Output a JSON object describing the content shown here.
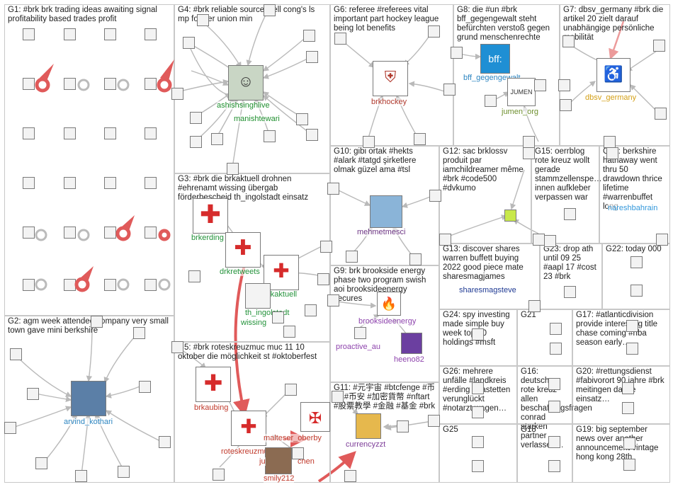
{
  "colors": {
    "box_border": "#c8c8c8",
    "edge": "#b9b9b9",
    "edge_strong": "#e05a5a",
    "G1": "#5a6fb0",
    "G2": "#2e86c1",
    "G3": "#23923a",
    "G4": "#1e8f2e",
    "G5": "#c0392b",
    "G6": "#b03a2e",
    "G7": "#d4a017",
    "G8": "#2e86c1",
    "G9": "#8e44ad",
    "G10": "#6c3483",
    "G11": "#7d3c98",
    "G12": "#6e8f2e",
    "G13": "#1f3a93",
    "G14": "#3498db"
  },
  "groups": [
    {
      "id": "G1",
      "title": "G1: #brk brk trading ideas awaiting signal profitability based trades profit"
    },
    {
      "id": "G2",
      "title": "G2: agm week attended company very small town gave mini berkshire"
    },
    {
      "id": "G3",
      "title": "G3: #brk die brkaktuell drohnen #ehrenamt wissing übergab förderbescheid th_ingolstadt einsatz"
    },
    {
      "id": "G4",
      "title": "G4: #brk reliable sources tell cong's ls mp former union min"
    },
    {
      "id": "G5",
      "title": "G5: #brk roteskreuzmuc muc 11 10 oktober die möglichkeit st #oktoberfest"
    },
    {
      "id": "G6",
      "title": "G6: referee #referees vital important part hockey league being lot benefits"
    },
    {
      "id": "G7",
      "title": "G7: dbsv_germany #brk die artikel 20 zielt darauf unabhängige persönliche mobilität"
    },
    {
      "id": "G8",
      "title": "G8: die #un #brk bff_gegengewalt steht befürchten verstoß gegen grund menschenrechte"
    },
    {
      "id": "G9",
      "title": "G9: brk brookside energy phase two program swish aoi brooksideenergy secures"
    },
    {
      "id": "G10",
      "title": "G10: gibi ortak #hekts #alark #tatgd şirketlere olmak güzel ama #tsl"
    },
    {
      "id": "G11",
      "title": "G11: #元宇宙 #btcfenge #币圈 #币安 #加密貨幣 #nftart #股票教學 #金融 #基金 #brk"
    },
    {
      "id": "G12",
      "title": "G12: sac brklossv produit par iamchildreamer même #brk #code500 #dvkumo"
    },
    {
      "id": "G13",
      "title": "G13: discover shares warren buffett buying 2022 good piece mate sharesmagjames"
    },
    {
      "id": "G14",
      "title": "G14: berkshire hathaway went thru 50 drawdown thrice lifetime #warrenbuffet long"
    },
    {
      "id": "G15",
      "title": "G15: oerrblog rote kreuz wollt gerade stammzellenspe… innen aufkleber verpassen war"
    },
    {
      "id": "G16",
      "title": "G16: deutsche rote kreuz allen beschaffungsfragen conrad starken partner verlassen…"
    },
    {
      "id": "G17",
      "title": "G17: #atlanticdivision provide interesting title chase coming #nba season early…"
    },
    {
      "id": "G18",
      "title": "G18"
    },
    {
      "id": "G19",
      "title": "G19: big september news over another announcement vintage hong kong 28th"
    },
    {
      "id": "G20",
      "title": "G20: #rettungsdienst #fabivorort 90 jahre #brk meitingen danke einsatz…"
    },
    {
      "id": "G21",
      "title": "G21"
    },
    {
      "id": "G22",
      "title": "G22: today 000"
    },
    {
      "id": "G23",
      "title": "G23: drop ath until 09 25 #aapl 17 #cost 23 #brk"
    },
    {
      "id": "G24",
      "title": "G24: spy investing made simple buy week top 10 holdings #msft"
    },
    {
      "id": "G25",
      "title": "G25"
    },
    {
      "id": "G26",
      "title": "G26: mehrere unfälle #landkreis #erding #pastetten verunglückt #notarzt wagen…"
    }
  ],
  "nodes": {
    "ashishsinghlive": "ashishsinghlive",
    "manishtewari": "manishtewari",
    "brkerding": "brkerding",
    "drkretweets": "drkretweets",
    "brkaktuell": "brkaktuell",
    "th_ingolstadt": "th_ingolstadt",
    "wissing": "wissing",
    "brkaubing": "brkaubing",
    "roteskreuzmuc": "roteskreuzmuc",
    "malteser_oberby": "malteser_oberby",
    "smily212": "smily212",
    "partial_label": "ju",
    "partial_label_2": "chen",
    "arvind_kothari": "arvind_kothari",
    "brkhockey": "brkhockey",
    "bff_gegengewalt": "bff_gegengewalt",
    "jumen_org": "jumen_org",
    "jumen_logo": "JUMEN",
    "bff_logo": "bff:",
    "dbsv_germany": "dbsv_germany",
    "mehmetmesci": "mehmetmesci",
    "brooksideenergy": "brooksideenergy",
    "proactive_au": "proactive_au",
    "heeno82": "heeno82",
    "currencyzzt": "currencyzzt",
    "sharesmagsteve": "sharesmagsteve",
    "nareshbahrain": "nareshbahrain"
  }
}
